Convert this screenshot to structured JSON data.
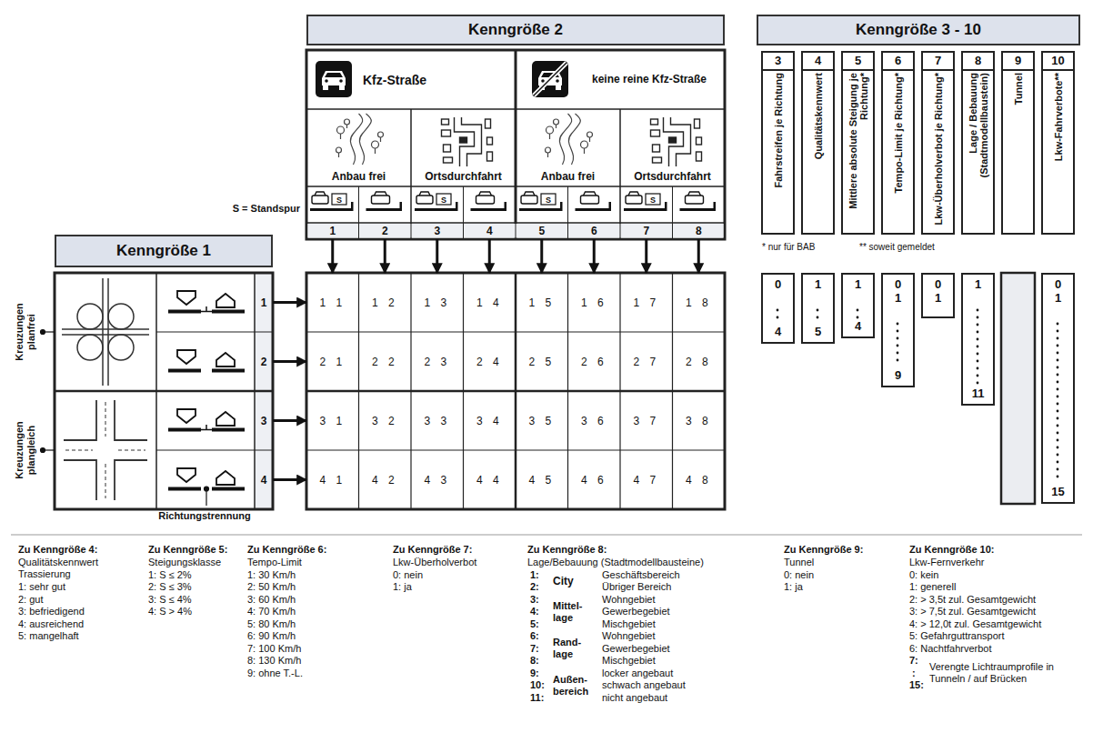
{
  "diagram": {
    "nodes": [
      {
        "text": [
          "Kenngröße 2"
        ]
      },
      {
        "text": [
          "Kenngröße 3 - 10"
        ]
      },
      {
        "text": [
          "Kenngröße 1"
        ]
      },
      {
        "text": [
          "Kfz-Straße"
        ]
      },
      {
        "text": [
          "keine reine Kfz-Straße"
        ]
      },
      {
        "text": [
          "Anbau frei"
        ]
      },
      {
        "text": [
          "Ortsdurchfahrt"
        ]
      },
      {
        "text": [
          "Anbau frei"
        ]
      },
      {
        "text": [
          "Ortsdurchfahrt"
        ]
      },
      {
        "text": [
          "1"
        ]
      },
      {
        "text": [
          "2"
        ]
      },
      {
        "text": [
          "3"
        ]
      },
      {
        "text": [
          "4"
        ]
      },
      {
        "text": [
          "5"
        ]
      },
      {
        "text": [
          "6"
        ]
      },
      {
        "text": [
          "7"
        ]
      },
      {
        "text": [
          "8"
        ]
      },
      {
        "text": [
          "1"
        ]
      },
      {
        "text": [
          "2"
        ]
      },
      {
        "text": [
          "3"
        ]
      },
      {
        "text": [
          "4"
        ]
      },
      {
        "text": [
          "1 1"
        ]
      },
      {
        "text": [
          "1 2"
        ]
      },
      {
        "text": [
          "1 3"
        ]
      },
      {
        "text": [
          "1 4"
        ]
      },
      {
        "text": [
          "1 5"
        ]
      },
      {
        "text": [
          "1 6"
        ]
      },
      {
        "text": [
          "1 7"
        ]
      },
      {
        "text": [
          "1 8"
        ]
      },
      {
        "text": [
          "2 1"
        ]
      },
      {
        "text": [
          "2 2"
        ]
      },
      {
        "text": [
          "2 3"
        ]
      },
      {
        "text": [
          "2 4"
        ]
      },
      {
        "text": [
          "2 5"
        ]
      },
      {
        "text": [
          "2 6"
        ]
      },
      {
        "text": [
          "2 7"
        ]
      },
      {
        "text": [
          "2 8"
        ]
      },
      {
        "text": [
          "3 1"
        ]
      },
      {
        "text": [
          "3 2"
        ]
      },
      {
        "text": [
          "3 3"
        ]
      },
      {
        "text": [
          "3 4"
        ]
      },
      {
        "text": [
          "3 5"
        ]
      },
      {
        "text": [
          "3 6"
        ]
      },
      {
        "text": [
          "3 7"
        ]
      },
      {
        "text": [
          "3 8"
        ]
      },
      {
        "text": [
          "4 1"
        ]
      },
      {
        "text": [
          "4 2"
        ]
      },
      {
        "text": [
          "4 3"
        ]
      },
      {
        "text": [
          "4 4"
        ]
      },
      {
        "text": [
          "4 5"
        ]
      },
      {
        "text": [
          "4 6"
        ]
      },
      {
        "text": [
          "4 7"
        ]
      },
      {
        "text": [
          "4 8"
        ]
      },
      {
        "text": [
          "3",
          "Fahrstreifen je Richtung"
        ]
      },
      {
        "text": [
          "4",
          "Qualitätskennwert"
        ]
      },
      {
        "text": [
          "5",
          "Mittlere absolute Steigung je Richtung*"
        ]
      },
      {
        "text": [
          "6",
          "Tempo-Limit je Richtung*"
        ]
      },
      {
        "text": [
          "7",
          "Lkw-Überholverbot je Richtung*"
        ]
      },
      {
        "text": [
          "8",
          "Lage / Bebauung (Stadtmodellbaustein)"
        ]
      },
      {
        "text": [
          "9",
          "Tunnel"
        ]
      },
      {
        "text": [
          "10",
          "Lkw-Fahrverbote**"
        ]
      },
      {
        "text": [
          "0",
          "4"
        ]
      },
      {
        "text": [
          "1",
          "5"
        ]
      },
      {
        "text": [
          "1",
          "4"
        ]
      },
      {
        "text": [
          "0",
          "1",
          "9"
        ]
      },
      {
        "text": [
          "0",
          "1"
        ]
      },
      {
        "text": [
          "1",
          "11"
        ]
      },
      {
        "text": [
          "0",
          "1",
          "15"
        ]
      }
    ],
    "edges": [
      {
        "from": 9,
        "to": 21,
        "arrow": "to"
      },
      {
        "from": 10,
        "to": 22,
        "arrow": "to"
      },
      {
        "from": 11,
        "to": 23,
        "arrow": "to"
      },
      {
        "from": 12,
        "to": 24,
        "arrow": "to"
      },
      {
        "from": 13,
        "to": 25,
        "arrow": "to"
      },
      {
        "from": 14,
        "to": 26,
        "arrow": "to"
      },
      {
        "from": 15,
        "to": 27,
        "arrow": "to"
      },
      {
        "from": 16,
        "to": 28,
        "arrow": "to"
      },
      {
        "from": 17,
        "to": 21,
        "arrow": "to"
      },
      {
        "from": 18,
        "to": 29,
        "arrow": "to"
      },
      {
        "from": 19,
        "to": 37,
        "arrow": "to"
      },
      {
        "from": 20,
        "to": 45,
        "arrow": "to"
      }
    ],
    "labels": [
      "S = Standspur",
      "S",
      "S",
      "S",
      "S",
      "Kreuzungen planfrei",
      "Kreuzungen plangleich",
      "Richtungstrennung",
      "* nur für BAB",
      "** soweit gemeldet",
      "Zu Kenngröße 4:",
      "Qualitätskennwert Trassierung",
      "1: sehr gut",
      "2: gut",
      "3: befriedigend",
      "4: ausreichend",
      "5: mangelhaft",
      "Zu Kenngröße 5:",
      "Steigungsklasse",
      "1: S ≤ 2%",
      "2: S ≤ 3%",
      "3: S ≤ 4%",
      "4: S > 4%",
      "Zu Kenngröße 6:",
      "Tempo-Limit",
      "1: 30 Km/h",
      "2: 50 Km/h",
      "3: 60 Km/h",
      "4: 70 Km/h",
      "5: 80 Km/h",
      "6: 90 Km/h",
      "7: 100 Km/h",
      "8: 130 Km/h",
      "9: ohne T.-L.",
      "Zu Kenngröße 7:",
      "Lkw-Überholverbot",
      "0: nein",
      "1: ja",
      "Zu Kenngröße 8:",
      "Lage/Bebauung (Stadtmodellbausteine)",
      "1:",
      "2:",
      "3:",
      "4:",
      "5:",
      "6:",
      "7:",
      "8:",
      "9:",
      "10:",
      "11:",
      "City",
      "Mittel- lage",
      "Rand- lage",
      "Außen- bereich",
      "Geschäftsbereich",
      "Übriger Bereich",
      "Wohngebiet",
      "Gewerbegebiet",
      "Mischgebiet",
      "Wohngebiet",
      "Gewerbegebiet",
      "Mischgebiet",
      "locker angebaut",
      "schwach angebaut",
      "nicht angebaut",
      "Zu Kenngröße 9:",
      "Tunnel",
      "0: nein",
      "1: ja",
      "Zu Kenngröße 10:",
      "Lkw-Fernverkehr",
      "0: kein",
      "1: generell",
      "2: > 3,5t zul. Gesamtgewicht",
      "3: > 7,5t zul. Gesamtgewicht",
      "4: > 12,0t zul. Gesamtgewicht",
      "5: Gefahrguttransport",
      "6: Nachtfahrverbot",
      "7:",
      ":",
      "15:",
      "Verengte Lichtraumprofile in Tunneln / auf Brücken"
    ]
  }
}
